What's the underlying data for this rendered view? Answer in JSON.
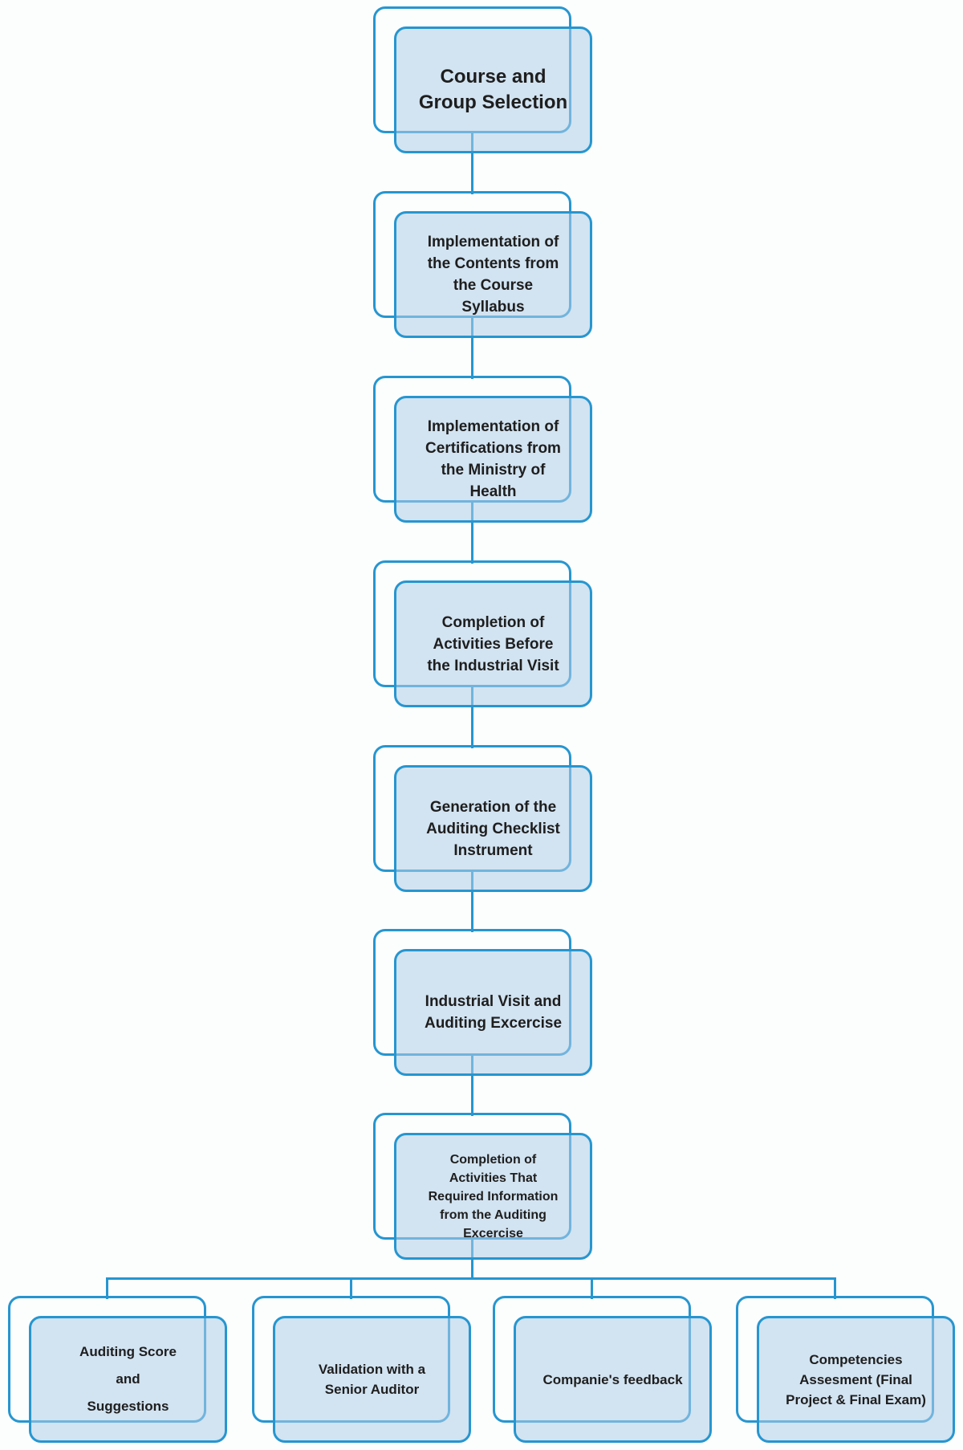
{
  "diagram": {
    "type": "flowchart",
    "direction": "top-down",
    "colors": {
      "accent": "#2696d0",
      "node_fill": "#d3e3f1",
      "text": "#1e1e1e",
      "background": "#fcfdfd"
    },
    "main_flow": [
      {
        "id": "course-and-group-selection",
        "label": "Course and\nGroup Selection"
      },
      {
        "id": "implementation-of-syllabus-contents",
        "label": "Implementation of\nthe Contents from\nthe Course\nSyllabus"
      },
      {
        "id": "implementation-of-moh-certifications",
        "label": "Implementation of\nCertifications from\nthe Ministry of\nHealth"
      },
      {
        "id": "activities-before-industrial-visit",
        "label": "Completion of\nActivities Before\nthe Industrial Visit"
      },
      {
        "id": "auditing-checklist-generation",
        "label": "Generation of the\nAuditing Checklist\nInstrument"
      },
      {
        "id": "industrial-visit-and-auditing-exercise",
        "label": "Industrial Visit and\nAuditing Excercise"
      },
      {
        "id": "activities-requiring-auditing-info",
        "label": "Completion of\nActivities That\nRequired Information\nfrom the Auditing\nExcercise"
      }
    ],
    "branch_flow": [
      {
        "id": "auditing-score-and-suggestions",
        "label": "Auditing Score\nand\nSuggestions"
      },
      {
        "id": "validation-with-senior-auditor",
        "label": "Validation with a\nSenior Auditor"
      },
      {
        "id": "companies-feedback",
        "label": "Companie's feedback"
      },
      {
        "id": "competencies-assessment",
        "label": "Competencies\nAssesment (Final\nProject & Final Exam)"
      }
    ]
  }
}
